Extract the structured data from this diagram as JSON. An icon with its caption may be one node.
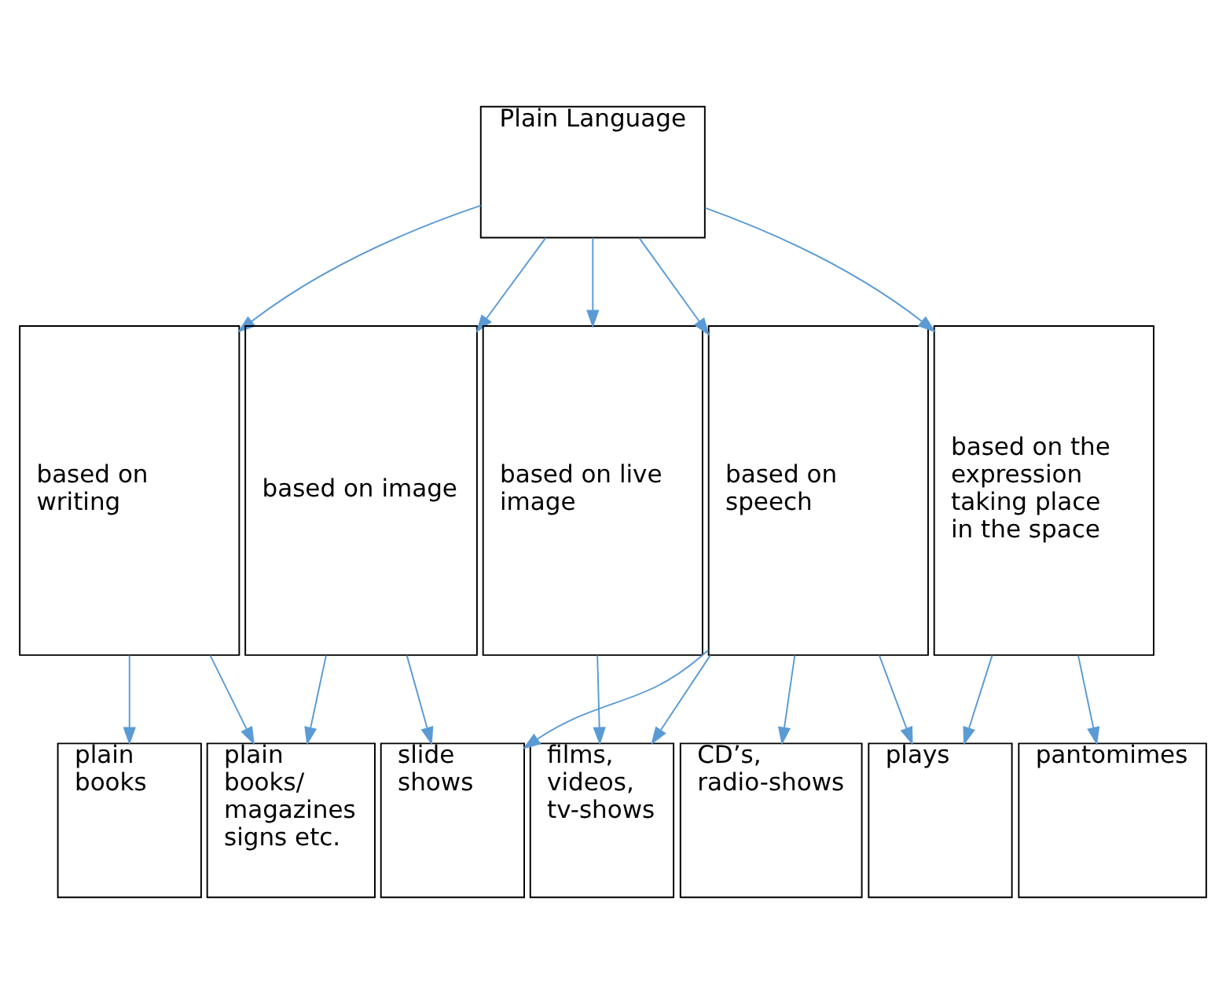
{
  "diagram": {
    "nodes": [
      {
        "text": [
          "Plain Language"
        ]
      },
      {
        "text": [
          "based on writing"
        ]
      },
      {
        "text": [
          "based on image"
        ]
      },
      {
        "text": [
          "based on live image"
        ]
      },
      {
        "text": [
          "based on speech"
        ]
      },
      {
        "text": [
          "based on the expression taking place in the space"
        ]
      },
      {
        "text": [
          "plain books"
        ]
      },
      {
        "text": [
          "plain books/ magazines signs etc."
        ]
      },
      {
        "text": [
          "slide shows"
        ]
      },
      {
        "text": [
          "films, videos, tv-shows"
        ]
      },
      {
        "text": [
          "CD’s, radio-shows"
        ]
      },
      {
        "text": [
          "plays"
        ]
      },
      {
        "text": [
          "pantomimes"
        ]
      }
    ],
    "edges": [
      {
        "from": 0,
        "to": 1,
        "arrow": "to"
      },
      {
        "from": 0,
        "to": 2,
        "arrow": "to"
      },
      {
        "from": 0,
        "to": 3,
        "arrow": "to"
      },
      {
        "from": 0,
        "to": 4,
        "arrow": "to"
      },
      {
        "from": 0,
        "to": 5,
        "arrow": "to"
      },
      {
        "from": 1,
        "to": 6,
        "arrow": "to"
      },
      {
        "from": 1,
        "to": 7,
        "arrow": "to"
      },
      {
        "from": 2,
        "to": 7,
        "arrow": "to"
      },
      {
        "from": 2,
        "to": 8,
        "arrow": "to"
      },
      {
        "from": 3,
        "to": 9,
        "arrow": "to"
      },
      {
        "from": 4,
        "to": 8,
        "arrow": "to"
      },
      {
        "from": 4,
        "to": 9,
        "arrow": "to"
      },
      {
        "from": 4,
        "to": 10,
        "arrow": "to"
      },
      {
        "from": 4,
        "to": 11,
        "arrow": "to"
      },
      {
        "from": 5,
        "to": 11,
        "arrow": "to"
      },
      {
        "from": 5,
        "to": 12,
        "arrow": "to"
      }
    ]
  }
}
